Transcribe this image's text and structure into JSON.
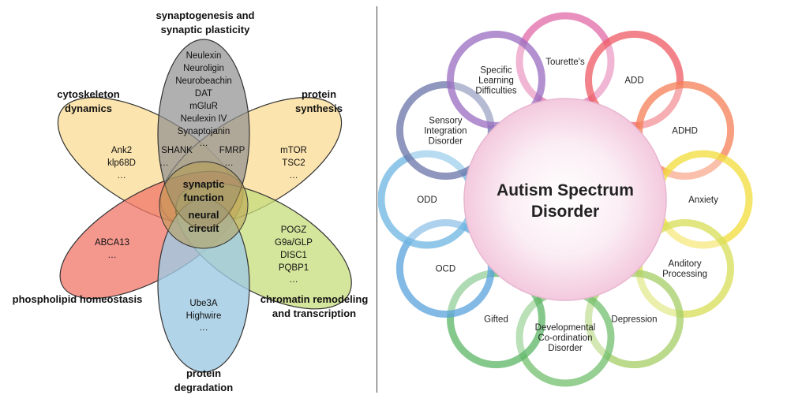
{
  "left": {
    "regions": {
      "top": {
        "label": [
          "synaptogenesis and",
          "synaptic plasticity"
        ],
        "items": [
          "Neulexin",
          "Neuroligin",
          "Neurobeachin",
          "DAT",
          "mGluR",
          "Neulexin IV",
          "Synaptojanin",
          "…"
        ]
      },
      "upper_left": {
        "label": [
          "cytoskeleton",
          "dynamics"
        ],
        "items": [
          "Ank2",
          "klp68D",
          "…"
        ]
      },
      "upper_right": {
        "label": [
          "protein",
          "synthesis"
        ],
        "items": [
          "mTOR",
          "TSC2",
          "…"
        ]
      },
      "lower_left": {
        "label": [
          "phospholipid homeostasis"
        ],
        "items": [
          "ABCA13",
          "…"
        ]
      },
      "lower_right": {
        "label": [
          "chromatin remodeling",
          "and transcription"
        ],
        "items": [
          "POGZ",
          "G9a/GLP",
          "DISC1",
          "PQBP1",
          "…"
        ]
      },
      "bottom": {
        "label": [
          "protein",
          "degradation"
        ],
        "items": [
          "Ube3A",
          "Highwire",
          "…"
        ]
      }
    },
    "overlaps": {
      "shank": "SHANK",
      "fmrp": "FMRP",
      "shank_dots": "…",
      "fmrp_dots": "…"
    },
    "center": [
      "synaptic",
      "function",
      "neural",
      "circuit"
    ]
  },
  "right": {
    "center": [
      "Autism Spectrum",
      "Disorder"
    ],
    "circles": [
      {
        "label": [
          "Tourette's"
        ],
        "color": "#e06aa8"
      },
      {
        "label": [
          "ADD"
        ],
        "color": "#ee5a63"
      },
      {
        "label": [
          "ADHD"
        ],
        "color": "#f47f55"
      },
      {
        "label": [
          "Anxiety"
        ],
        "color": "#f2dc3a"
      },
      {
        "label": [
          "Anditory",
          "Processing"
        ],
        "color": "#d7de56"
      },
      {
        "label": [
          "Depression"
        ],
        "color": "#a5cd64"
      },
      {
        "label": [
          "Developmental",
          "Co-ordination",
          "Disorder"
        ],
        "color": "#72bf6c"
      },
      {
        "label": [
          "Gifted"
        ],
        "color": "#5cb666"
      },
      {
        "label": [
          "OCD"
        ],
        "color": "#5aa3dc"
      },
      {
        "label": [
          "ODD"
        ],
        "color": "#6cb5e2"
      },
      {
        "label": [
          "Sensory",
          "Integration",
          "Disorder"
        ],
        "color": "#6a74a8"
      },
      {
        "label": [
          "Specific",
          "Learning",
          "Difficulties"
        ],
        "color": "#9a6cc0"
      }
    ]
  }
}
